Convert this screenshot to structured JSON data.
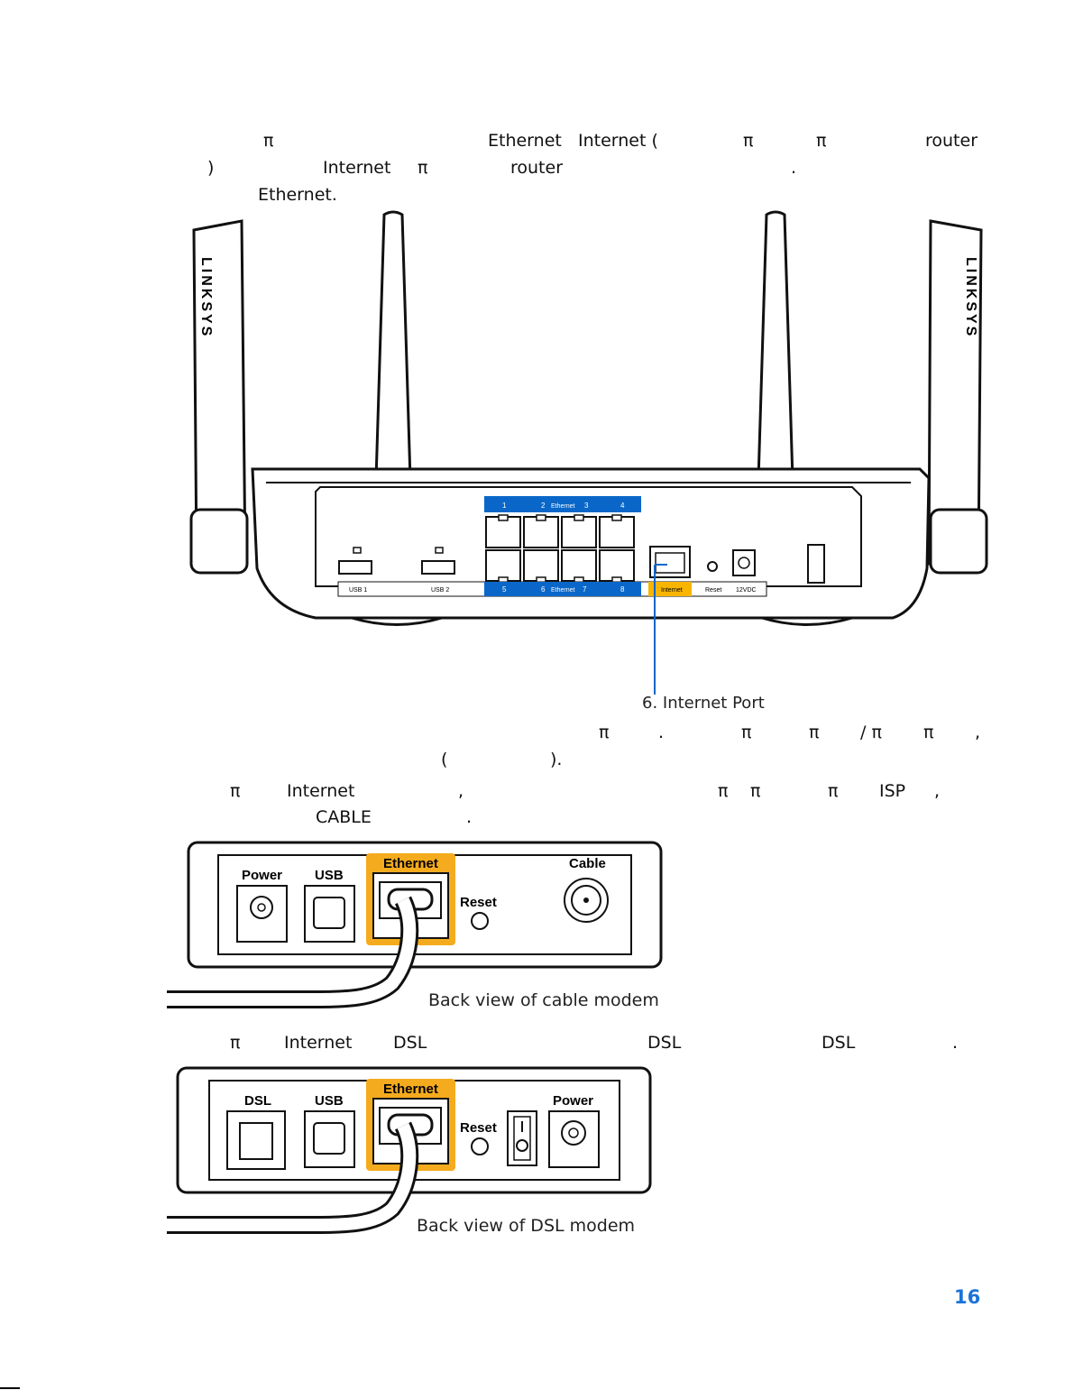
{
  "paragraph1": {
    "line1": [
      "π",
      "Ethernet",
      "Internet (",
      "π",
      "π",
      "router"
    ],
    "line2": [
      ")",
      "Internet",
      "π",
      "router",
      "."
    ],
    "line3": [
      "Ethernet."
    ]
  },
  "router_image": {
    "brand": "LINKSYS",
    "top_port_labels": [
      "1",
      "2",
      "Ethernet",
      "3",
      "4"
    ],
    "bottom_port_labels": [
      "5",
      "6",
      "Ethernet",
      "7",
      "8"
    ],
    "usb_labels": [
      "USB 1",
      "USB 2"
    ],
    "internet_label": "Internet",
    "reset_label": "Reset",
    "power_label": "12VDC",
    "callout": "6. Internet Port",
    "colors": {
      "ethernet_blue": "#0a67c9",
      "internet_yellow": "#f7b500",
      "callout_line": "#0a67c9"
    }
  },
  "paragraph2": {
    "line1": [
      "π",
      ".",
      "π",
      "π",
      "/ π",
      "π",
      ","
    ],
    "line2": [
      "(",
      ")."
    ]
  },
  "paragraph3": {
    "line1": [
      "π",
      "Internet",
      ",",
      "π",
      "π",
      "π",
      "ISP",
      ","
    ],
    "line2": [
      "CABLE",
      "."
    ]
  },
  "cable_modem": {
    "labels": {
      "power": "Power",
      "usb": "USB",
      "ethernet": "Ethernet",
      "reset": "Reset",
      "cable": "Cable"
    },
    "caption": "Back view of cable modem",
    "colors": {
      "highlight": "#f5ab1e"
    }
  },
  "paragraph4": {
    "line1": [
      "π",
      "Internet",
      "DSL",
      "DSL",
      "DSL",
      "."
    ]
  },
  "dsl_modem": {
    "labels": {
      "dsl": "DSL",
      "usb": "USB",
      "ethernet": "Ethernet",
      "reset": "Reset",
      "power": "Power"
    },
    "caption": "Back view of DSL modem"
  },
  "page_number": "16"
}
